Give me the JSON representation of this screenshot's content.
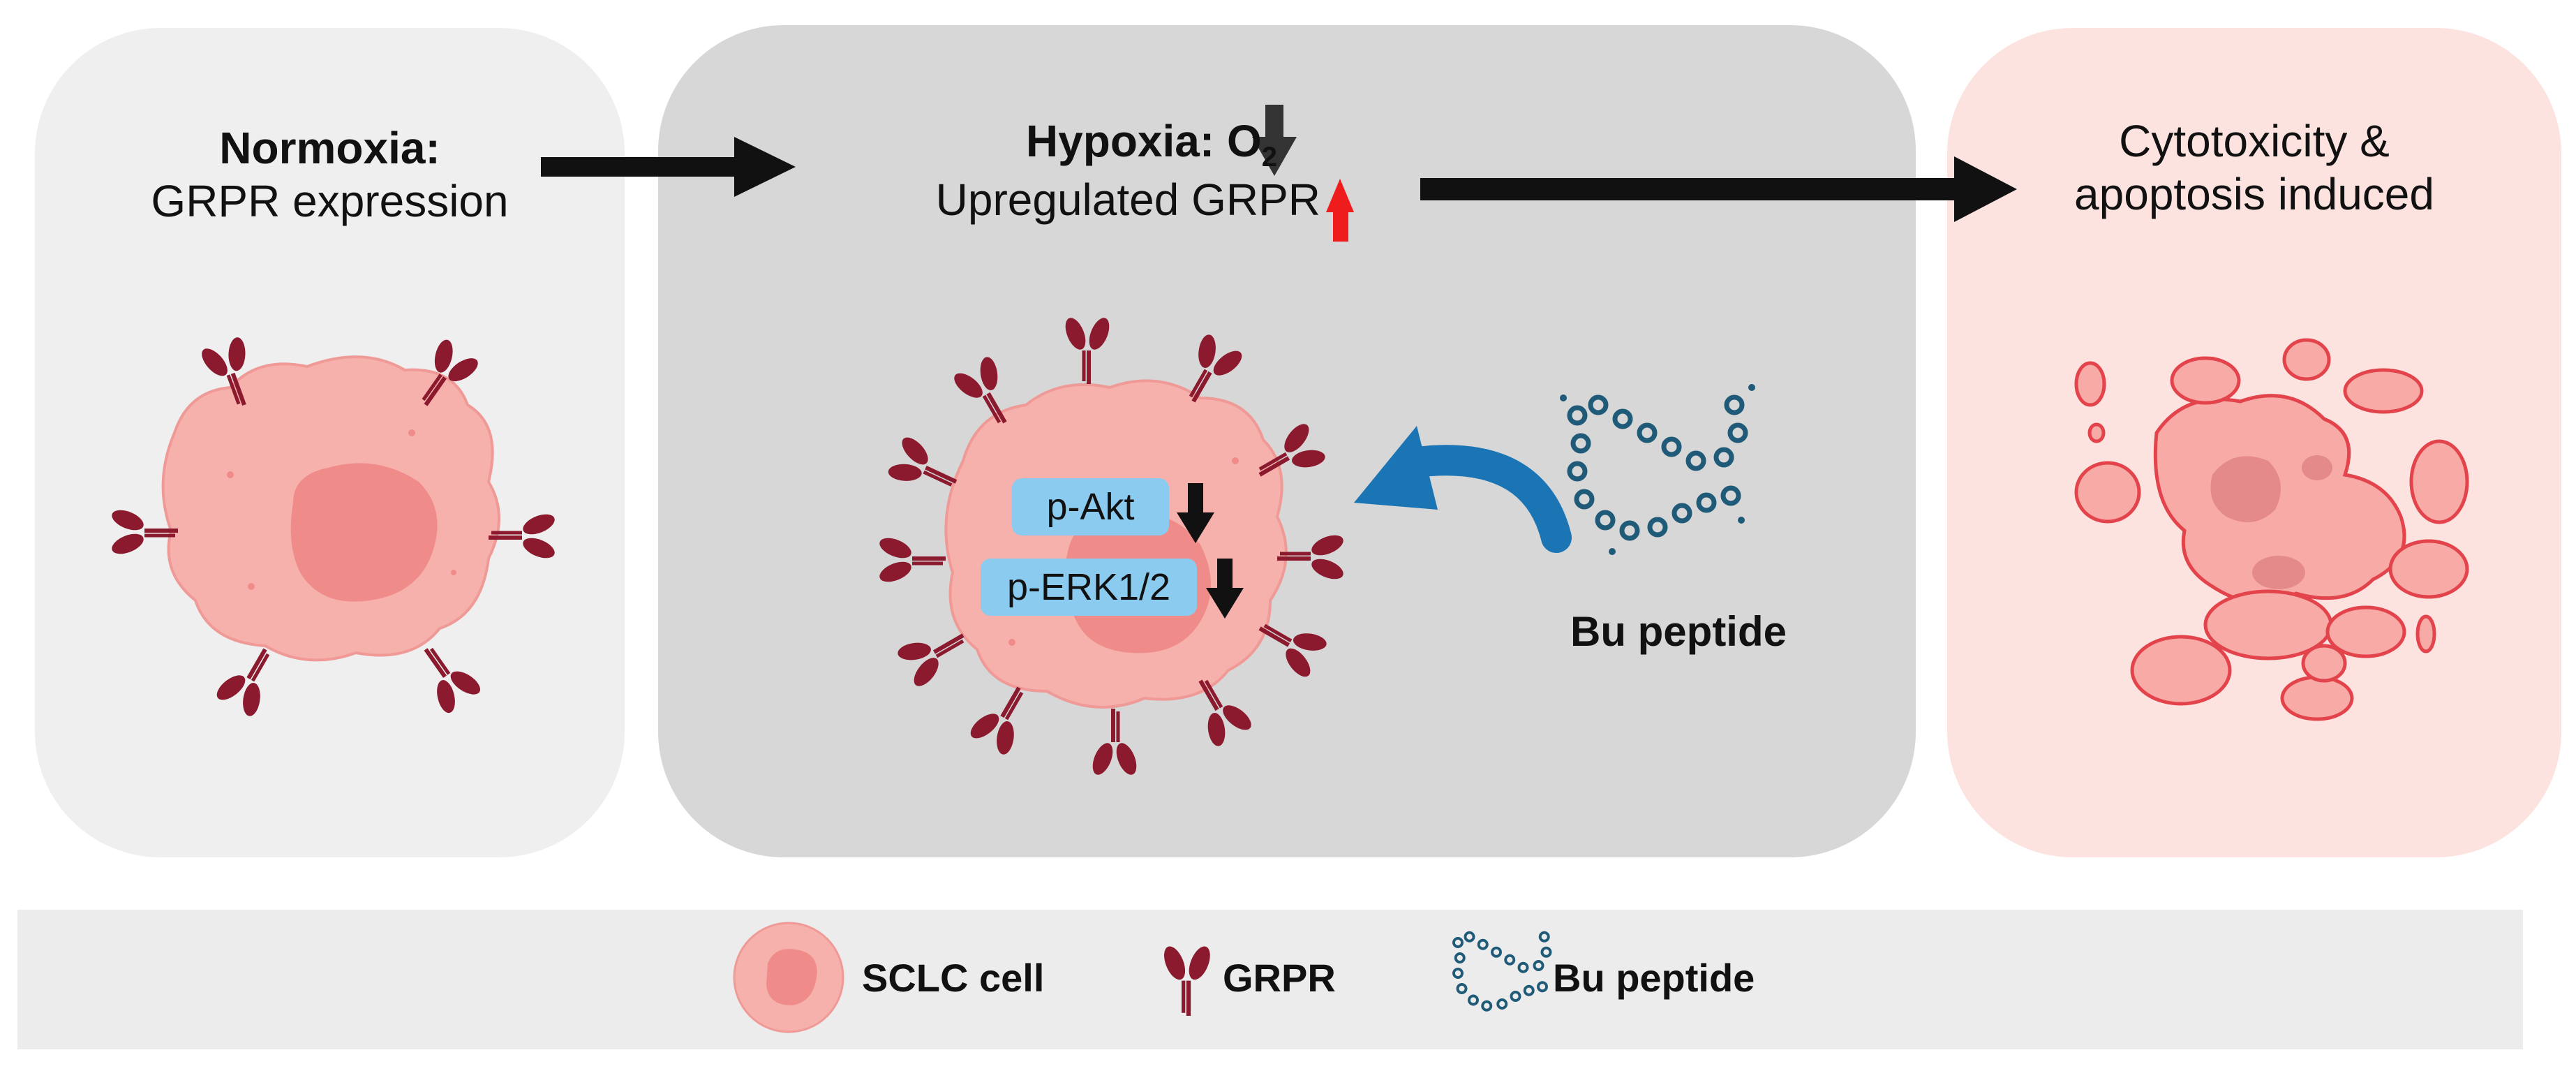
{
  "panels": {
    "normoxia": {
      "title": "Normoxia:",
      "subtitle": "GRPR expression"
    },
    "hypoxia": {
      "title_prefix": "Hypoxia: O",
      "title_sub": "2",
      "subtitle": "Upregulated GRPR",
      "markers": [
        "p-Akt",
        "p-ERK1/2"
      ],
      "peptide_label": "Bu peptide"
    },
    "outcome": {
      "line1": "Cytotoxicity &",
      "line2": "apoptosis induced"
    }
  },
  "legend": {
    "cell": "SCLC cell",
    "receptor": "GRPR",
    "peptide": "Bu peptide"
  },
  "colors": {
    "panel_left": "#efefef",
    "panel_mid": "#d7d7d7",
    "panel_right": "#fde3df",
    "legend_bg": "#ececec",
    "cell": "#f7b1ad",
    "nucleus": "#ef8c8a",
    "receptor": "#8b1a2e",
    "peptide": "#1f5a78",
    "marker_box": "#8ccbf0",
    "up_arrow": "#ee1c1c",
    "curved_arrow": "#1b75b5"
  }
}
